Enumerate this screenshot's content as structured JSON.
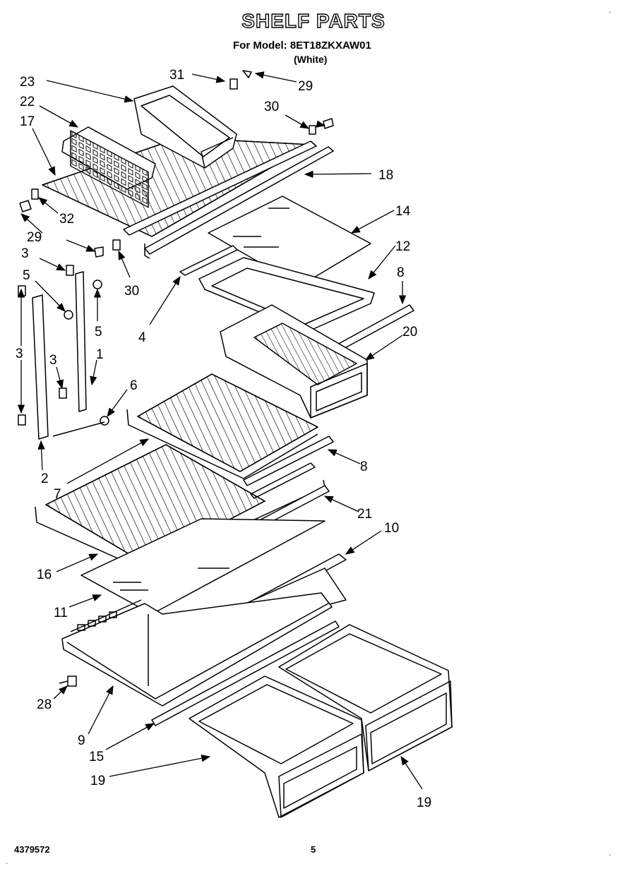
{
  "header": {
    "title": "SHELF PARTS",
    "model_line": "For Model: 8ET18ZKXAW01",
    "color_line": "(White)"
  },
  "footer": {
    "doc_number": "4379572",
    "page_number": "5"
  },
  "callouts": {
    "c31": "31",
    "c29a": "29",
    "c23": "23",
    "c30a": "30",
    "c22": "22",
    "c17": "17",
    "c18": "18",
    "c32": "32",
    "c29b": "29",
    "c14": "14",
    "c30b": "30",
    "c12": "12",
    "c3a": "3",
    "c8a": "8",
    "c5a": "5",
    "c5b": "5",
    "c4": "4",
    "c20": "20",
    "c3b": "3",
    "c1": "1",
    "c3c": "3",
    "c6": "6",
    "c2": "2",
    "c7": "7",
    "c8b": "8",
    "c21": "21",
    "c10": "10",
    "c16": "16",
    "c11": "11",
    "c28": "28",
    "c9": "9",
    "c15": "15",
    "c19a": "19",
    "c19b": "19"
  }
}
